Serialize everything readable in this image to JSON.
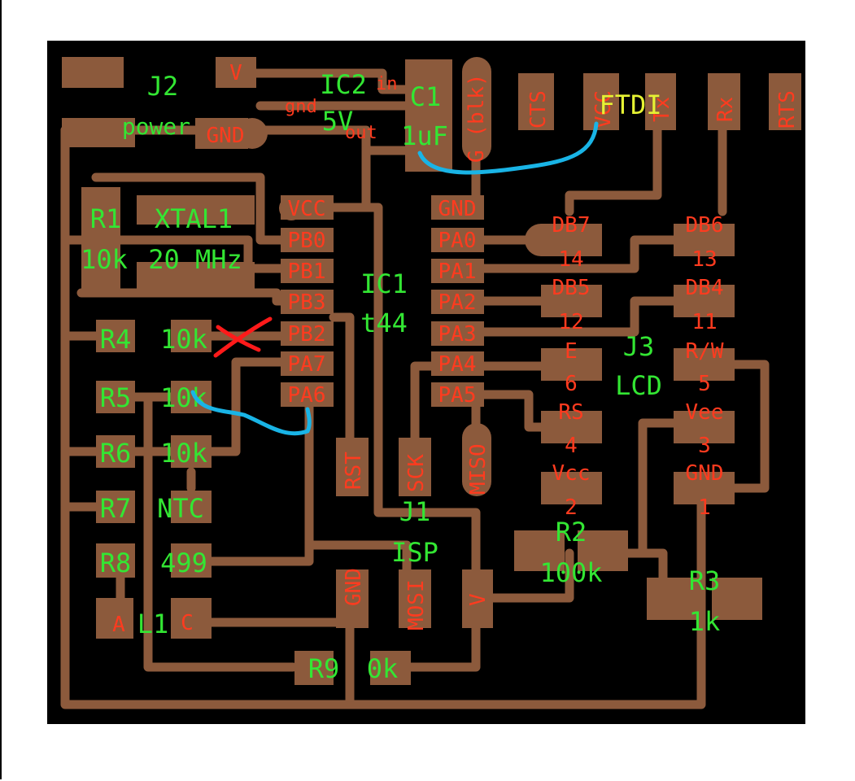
{
  "colors": {
    "background": "#ffffff",
    "board": "#000000",
    "copper": "#8c5a3c",
    "pad_label": "#ff3b1f",
    "component_label": "#33e633",
    "yellow_label": "#e6f233",
    "jumper_wire": "#19b4e6",
    "cut_mark": "#ff1a1a"
  },
  "components": {
    "j2": {
      "ref": "J2",
      "name": "power",
      "pin_v": "V",
      "pin_gnd": "GND"
    },
    "ic2": {
      "ref": "IC2",
      "value": "5V",
      "pin_in": "in",
      "pin_gnd": "gnd",
      "pin_out": "out"
    },
    "c1": {
      "ref": "C1",
      "value": "1uF"
    },
    "r1": {
      "ref": "R1",
      "value": "10k"
    },
    "xtal1": {
      "ref": "XTAL1",
      "value": "20 MHz"
    },
    "ic1": {
      "ref": "IC1",
      "value": "t44"
    },
    "ic1_left_pins": [
      "VCC",
      "PB0",
      "PB1",
      "PB3",
      "PB2",
      "PA7",
      "PA6"
    ],
    "ic1_right_pins": [
      "GND",
      "PA0",
      "PA1",
      "PA2",
      "PA3",
      "PA4",
      "PA5"
    ],
    "ftdi": {
      "name": "FTDI",
      "pins": [
        "G (blk)",
        "CTS",
        "VCC",
        "Tx",
        "Rx",
        "RTS"
      ]
    },
    "j1": {
      "ref": "J1",
      "name": "ISP",
      "pins": [
        "RST",
        "SCK",
        "MISO",
        "MOSI",
        "V",
        "GND"
      ]
    },
    "j3": {
      "ref": "J3",
      "name": "LCD"
    },
    "lcd_pins": [
      {
        "name": "DB7",
        "num": "14"
      },
      {
        "name": "DB6",
        "num": "13"
      },
      {
        "name": "DB5",
        "num": "12"
      },
      {
        "name": "DB4",
        "num": "11"
      },
      {
        "name": "E",
        "num": "6"
      },
      {
        "name": "R/W",
        "num": "5"
      },
      {
        "name": "RS",
        "num": "4"
      },
      {
        "name": "Vee",
        "num": "3"
      },
      {
        "name": "Vcc",
        "num": "2"
      },
      {
        "name": "GND",
        "num": "1"
      }
    ],
    "r2": {
      "ref": "R2",
      "value": "100k"
    },
    "r3": {
      "ref": "R3",
      "value": "1k"
    },
    "resistors_left": [
      {
        "ref": "R4",
        "value": "10k"
      },
      {
        "ref": "R5",
        "value": "10k"
      },
      {
        "ref": "R6",
        "value": "10k"
      },
      {
        "ref": "R7",
        "value": "NTC"
      },
      {
        "ref": "R8",
        "value": "499"
      }
    ],
    "r9": {
      "ref": "R9",
      "value": "0k"
    },
    "l1": {
      "ref": "L1",
      "pin_a": "A",
      "pin_c": "C"
    }
  }
}
